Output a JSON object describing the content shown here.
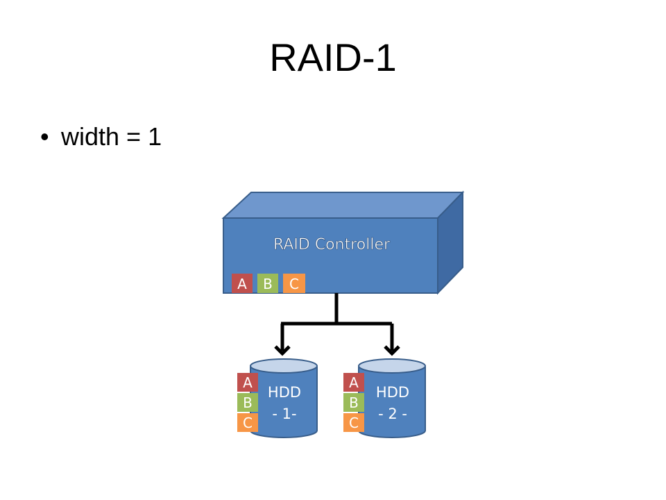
{
  "slide": {
    "title": "RAID-1",
    "bullets": [
      {
        "marker": "•",
        "text": "width = 1"
      }
    ]
  },
  "diagram": {
    "controller": {
      "label": "RAID Controller",
      "blocks": [
        "A",
        "B",
        "C"
      ]
    },
    "disks": [
      {
        "name_line1": "HDD",
        "name_line2": "- 1-",
        "blocks": [
          "A",
          "B",
          "C"
        ]
      },
      {
        "name_line1": "HDD",
        "name_line2": "- 2 -",
        "blocks": [
          "A",
          "B",
          "C"
        ]
      }
    ]
  },
  "colors": {
    "controller_front": "#4f81bd",
    "controller_top": "#6f97cd",
    "controller_side": "#3f6aa3",
    "controller_stroke": "#385d8a",
    "block_a": "#c0504d",
    "block_b": "#9bbb59",
    "block_c": "#f79646",
    "disk_body": "#4f81bd",
    "disk_top": "#c5d5ea",
    "connector": "#000000"
  }
}
